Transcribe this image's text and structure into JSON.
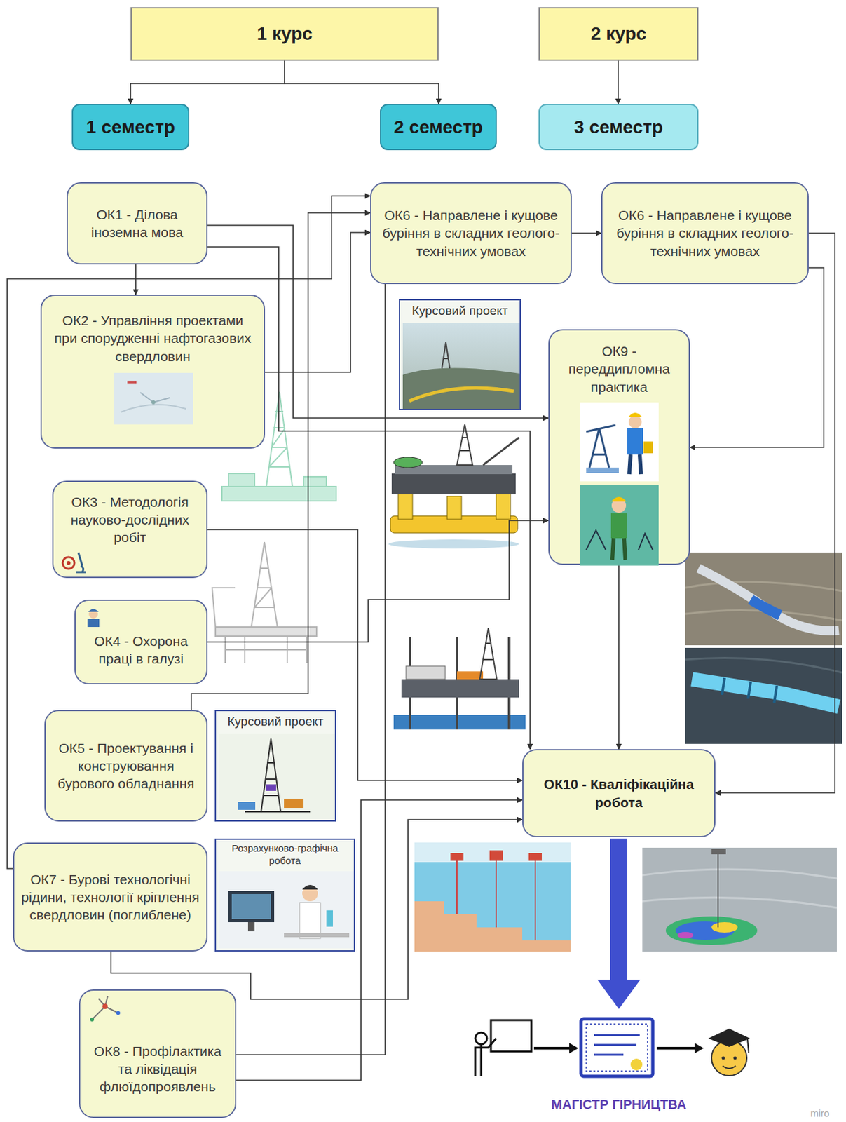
{
  "diagram": {
    "nodes": [
      {
        "text": [
          "1 курс"
        ]
      },
      {
        "text": [
          "2 курс"
        ]
      },
      {
        "text": [
          "1 семестр"
        ]
      },
      {
        "text": [
          "2 семестр"
        ]
      },
      {
        "text": [
          "3 семестр"
        ]
      },
      {
        "text": [
          "ОК1 - Ділова іноземна мова"
        ]
      },
      {
        "text": [
          "ОК6 - Направлене і кущове буріння в складних геолого-технічних умовах"
        ]
      },
      {
        "text": [
          "ОК6 - Направлене і кущове буріння в складних геолого-технічних умовах"
        ]
      },
      {
        "text": [
          "ОК2 - Управління проектами при спорудженні нафтогазових свердловин"
        ]
      },
      {
        "text": [
          "Курсовий проект"
        ]
      },
      {
        "text": [
          "ОК9 - переддипломна практика"
        ]
      },
      {
        "text": [
          "ОК3 - Методологія науково-дослідних робіт"
        ]
      },
      {
        "text": [
          "ОК4 - Охорона праці в галузі"
        ]
      },
      {
        "text": [
          "ОК5 - Проектування і конструювання бурового обладнання"
        ]
      },
      {
        "text": [
          "Курсовий проект"
        ]
      },
      {
        "text": [
          "ОК10 - Кваліфікаційна робота"
        ]
      },
      {
        "text": [
          "ОК7 - Бурові технологічні рідини, технології кріплення свердловин (поглиблене)"
        ]
      },
      {
        "text": [
          "Розрахунково-графічна робота"
        ]
      },
      {
        "text": [
          "ОК8 - Профілактика та ліквідація флюїдопроявлень"
        ]
      }
    ],
    "edges": [
      {
        "from": 0,
        "to": 2,
        "arrow": "to"
      },
      {
        "from": 0,
        "to": 3,
        "arrow": "to"
      },
      {
        "from": 1,
        "to": 4,
        "arrow": "to"
      },
      {
        "from": 5,
        "to": 8,
        "arrow": "to"
      },
      {
        "from": 5,
        "to": 10,
        "arrow": "to"
      },
      {
        "from": 5,
        "to": 15,
        "arrow": "to"
      },
      {
        "from": 6,
        "to": 7,
        "arrow": "to"
      },
      {
        "from": 8,
        "to": 6,
        "arrow": "to"
      },
      {
        "from": 13,
        "to": 6,
        "arrow": "to"
      },
      {
        "from": 16,
        "to": 6,
        "arrow": "to"
      },
      {
        "from": 7,
        "to": 10,
        "arrow": "to"
      },
      {
        "from": 7,
        "to": 15,
        "arrow": "to"
      },
      {
        "from": 11,
        "to": 15,
        "arrow": "to"
      },
      {
        "from": 12,
        "to": 10,
        "arrow": "to"
      },
      {
        "from": 10,
        "to": 15,
        "arrow": "to"
      },
      {
        "from": 16,
        "to": 15,
        "arrow": "to"
      },
      {
        "from": 18,
        "to": 15,
        "arrow": "to"
      },
      {
        "from": 18,
        "to": 6,
        "arrow": "none"
      }
    ],
    "labels": [
      "МАГІСТР ГІРНИЦТВА",
      "miro"
    ]
  }
}
